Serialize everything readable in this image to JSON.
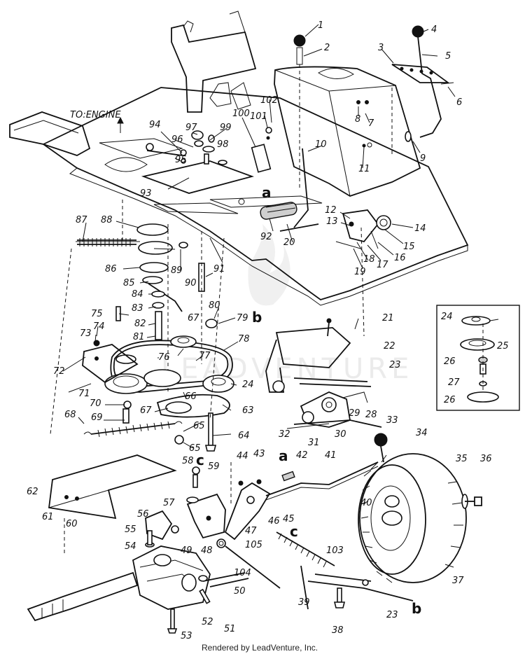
{
  "diagram": {
    "engine_label": "TO:ENGINE",
    "credit": "Rendered by LeadVenture, Inc.",
    "watermark": "LEADVENTURE",
    "callouts": {
      "n1": "1",
      "n2": "2",
      "n3": "3",
      "n4": "4",
      "n5": "5",
      "n6": "6",
      "n7": "7",
      "n8": "8",
      "n9": "9",
      "n10": "10",
      "n11": "11",
      "n12": "12",
      "n13": "13",
      "n14": "14",
      "n15": "15",
      "n16": "16",
      "n17": "17",
      "n18": "18",
      "n19": "19",
      "n20": "20",
      "n21": "21",
      "n22": "22",
      "n23": "23",
      "n23b": "23",
      "n24": "24",
      "n25": "25",
      "n26": "26",
      "n26b": "26",
      "n27": "27",
      "n28": "28",
      "n29": "29",
      "n30": "30",
      "n31": "31",
      "n32": "32",
      "n33": "33",
      "n34": "34",
      "n35": "35",
      "n36": "36",
      "n37": "37",
      "n38": "38",
      "n39": "39",
      "n40": "40",
      "n41": "41",
      "n42": "42",
      "n43": "43",
      "n44": "44",
      "n45": "45",
      "n46": "46",
      "n47": "47",
      "n48": "48",
      "n49": "49",
      "n50": "50",
      "n51": "51",
      "n52": "52",
      "n53": "53",
      "n54": "54",
      "n55": "55",
      "n56": "56",
      "n57": "57",
      "n58": "58",
      "n59": "59",
      "n60": "60",
      "n61": "61",
      "n62": "62",
      "n63": "63",
      "n64": "64",
      "n65": "65",
      "n65b": "65",
      "n66": "66",
      "n67": "67",
      "n67b": "67",
      "n68": "68",
      "n69": "69",
      "n70": "70",
      "n71": "71",
      "n72": "72",
      "n73": "73",
      "n74": "74",
      "n75": "75",
      "n76": "76",
      "n77": "77",
      "n78": "78",
      "n79": "79",
      "n80": "80",
      "n81": "81",
      "n82": "82",
      "n83": "83",
      "n84": "84",
      "n85": "85",
      "n86": "86",
      "n87": "87",
      "n88": "88",
      "n89": "89",
      "n90": "90",
      "n91": "91",
      "n92": "92",
      "n93": "93",
      "n94": "94",
      "n95": "95",
      "n96": "96",
      "n97": "97",
      "n98": "98",
      "n99": "99",
      "n100": "100",
      "n101": "101",
      "n102": "102",
      "n103": "103",
      "n104": "104",
      "n105": "105",
      "ref_a1": "a",
      "ref_a2": "a",
      "ref_b1": "b",
      "ref_b2": "b",
      "ref_c1": "c",
      "ref_c2": "c"
    }
  }
}
